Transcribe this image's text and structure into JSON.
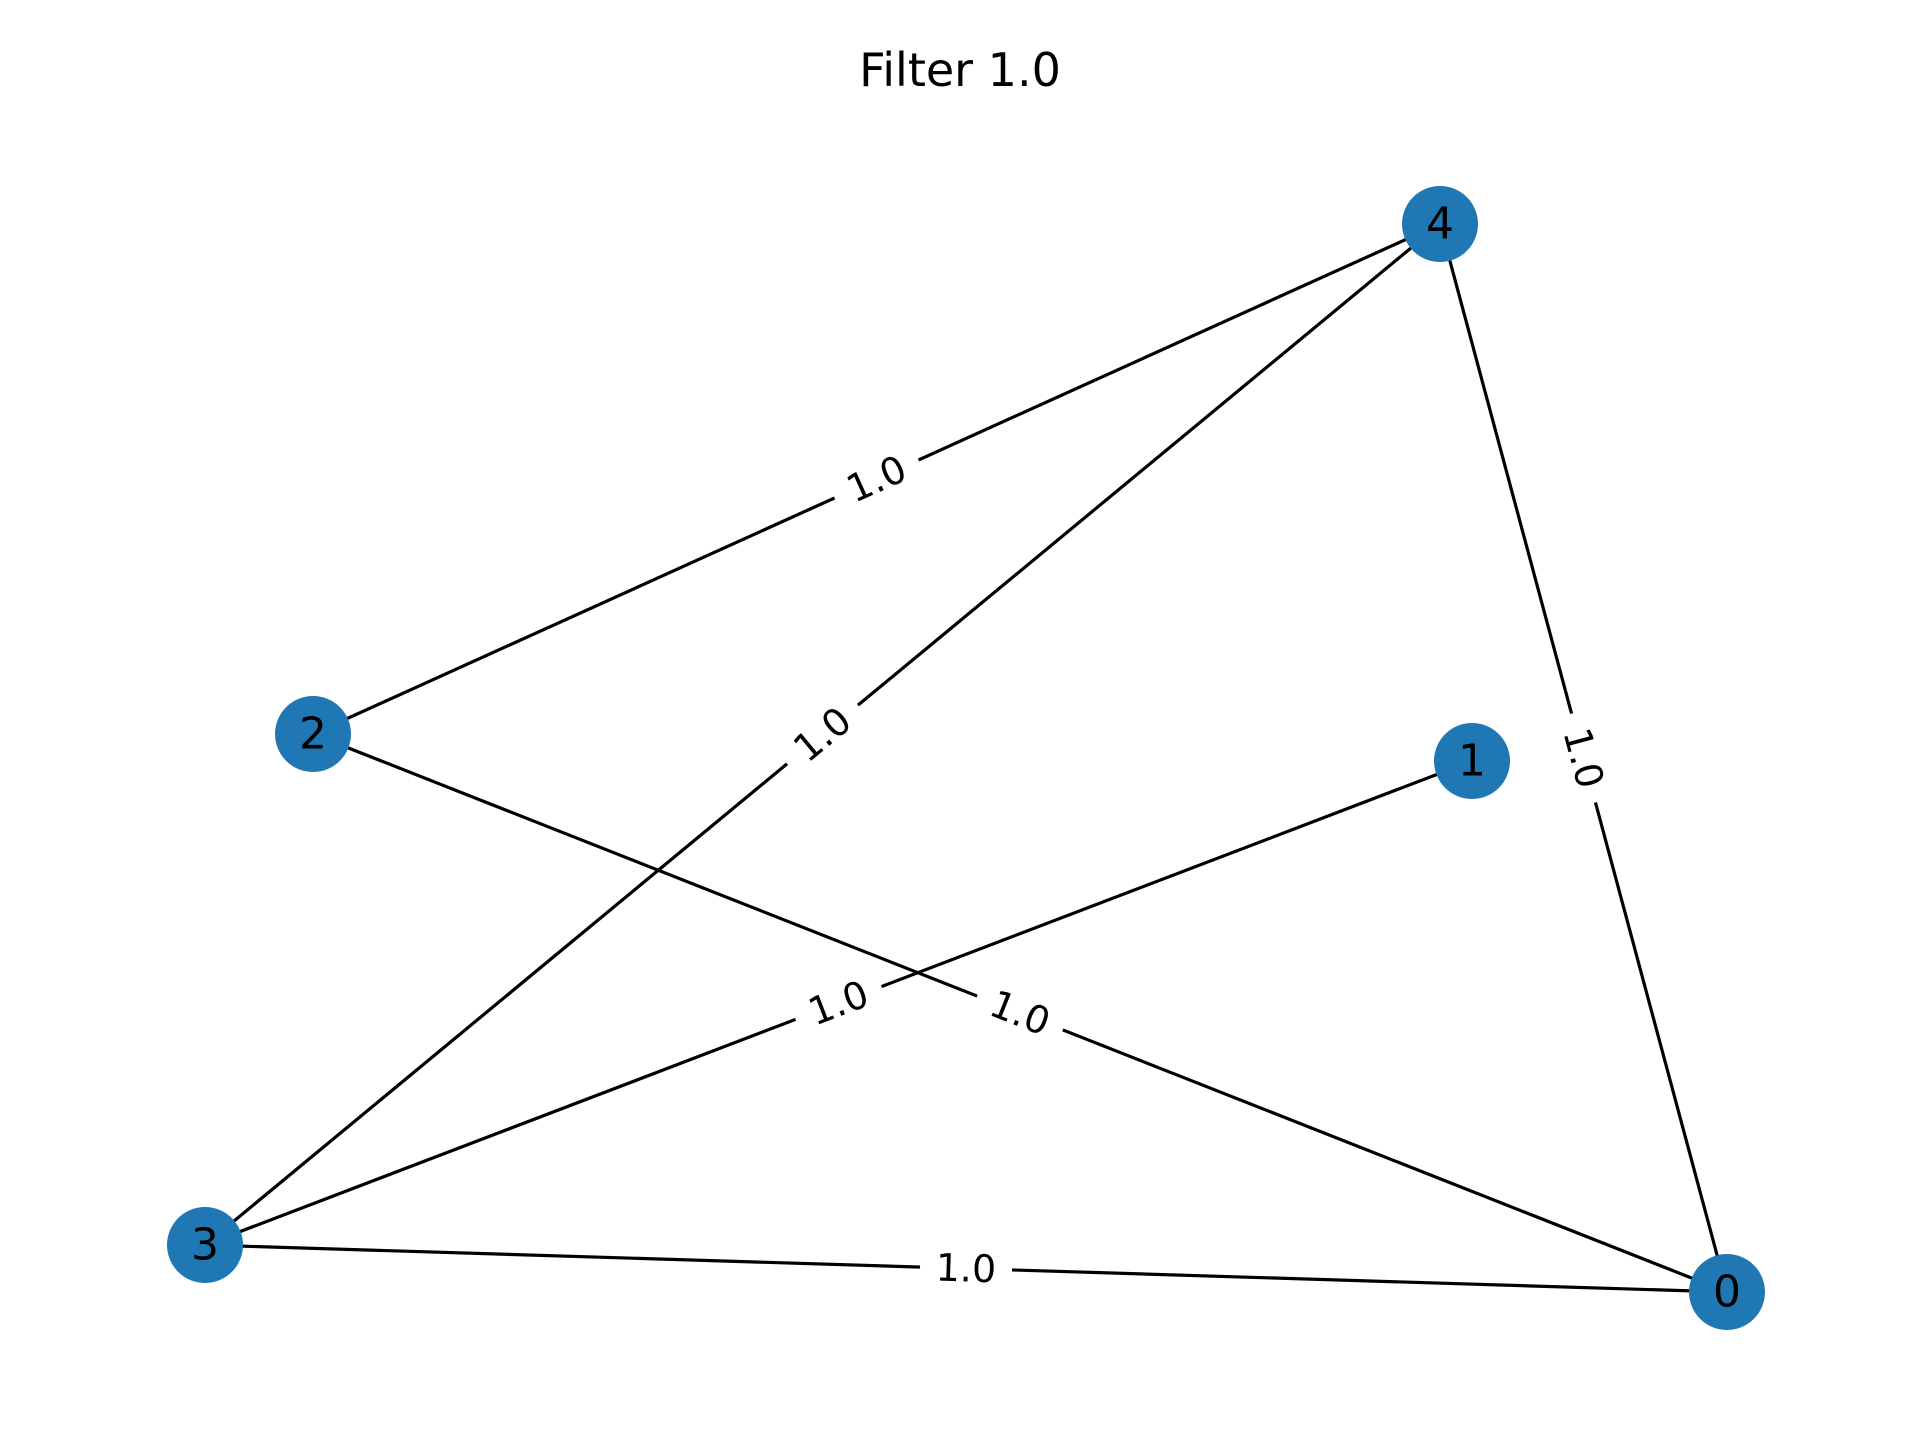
{
  "title": "Filter 1.0",
  "colors": {
    "node_fill": "#1f77b4",
    "edge": "#000000",
    "text": "#000000",
    "background": "#ffffff"
  },
  "nodes": [
    {
      "id": "0",
      "label": "0"
    },
    {
      "id": "1",
      "label": "1"
    },
    {
      "id": "2",
      "label": "2"
    },
    {
      "id": "3",
      "label": "3"
    },
    {
      "id": "4",
      "label": "4"
    }
  ],
  "edges": [
    {
      "source": "2",
      "target": "4",
      "label": "1.0"
    },
    {
      "source": "3",
      "target": "4",
      "label": "1.0"
    },
    {
      "source": "4",
      "target": "0",
      "label": "1.0"
    },
    {
      "source": "3",
      "target": "1",
      "label": "1.0"
    },
    {
      "source": "2",
      "target": "0",
      "label": "1.0"
    },
    {
      "source": "3",
      "target": "0",
      "label": "1.0"
    }
  ]
}
